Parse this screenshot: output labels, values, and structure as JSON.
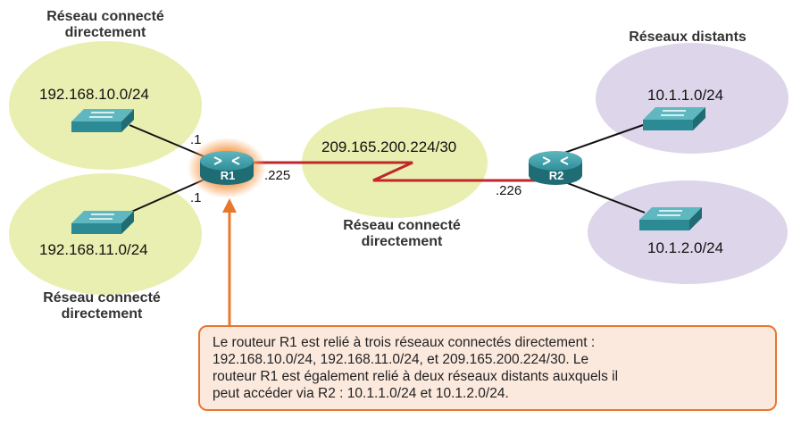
{
  "labels": {
    "top_left": [
      "Réseau connecté",
      "directement"
    ],
    "bottom_left": [
      "Réseau connecté",
      "directement"
    ],
    "center": [
      "Réseau connecté",
      "directement"
    ],
    "top_right": "Réseaux distants"
  },
  "networks": {
    "net1": "192.168.10.0/24",
    "net2": "192.168.11.0/24",
    "wan": "209.165.200.224/30",
    "remote1": "10.1.1.0/24",
    "remote2": "10.1.2.0/24"
  },
  "routers": {
    "r1": "R1",
    "r2": "R2"
  },
  "interfaces": {
    "r1_g0": ".1",
    "r1_g1": ".1",
    "r1_s0": ".225",
    "r2_s0": ".226"
  },
  "callout": [
    "Le routeur R1 est relié à trois réseaux connectés directement :",
    "192.168.10.0/24, 192.168.11.0/24, et 209.165.200.224/30. Le",
    "routeur R1 est également relié à deux réseaux distants auxquels il",
    "peut accéder via R2 : 10.1.1.0/24 et 10.1.2.0/24."
  ],
  "colors": {
    "local_network": "#e9efb0",
    "remote_network": "#ddd6ea",
    "wan_link": "#c0272d",
    "router": "#2f8f9a",
    "highlight": "#e8772e"
  },
  "icons": [
    "switch-icon",
    "router-icon",
    "arrow-icon"
  ]
}
